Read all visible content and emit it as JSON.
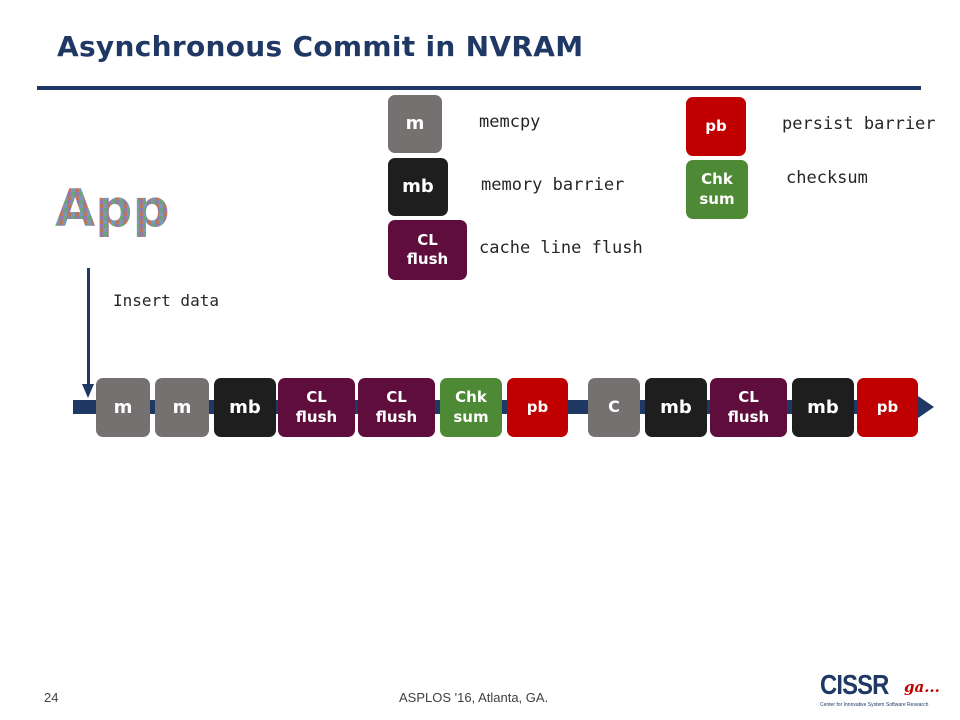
{
  "slide": {
    "title": "Asynchronous Commit in NVRAM",
    "page_number": "24",
    "footer": "ASPLOS '16, Atlanta, GA."
  },
  "legend": [
    {
      "key": "memcpy",
      "label": "m",
      "text": "memcpy",
      "color": "#767171"
    },
    {
      "key": "memory-barrier",
      "label": "mb",
      "text": "memory barrier",
      "color": "#1e1e1e"
    },
    {
      "key": "cache-line-flush",
      "label": "CL flush",
      "text": "cache line flush",
      "color": "#5f0d3c"
    },
    {
      "key": "persist-barrier",
      "label": "pb",
      "text": "persist barrier",
      "color": "#c00000"
    },
    {
      "key": "checksum",
      "label": "Chk sum",
      "text": "checksum",
      "color": "#4e8a35"
    }
  ],
  "app": {
    "logo_text": "App",
    "action_label": "Insert data"
  },
  "timeline": [
    {
      "label": "m",
      "type": "memcpy"
    },
    {
      "label": "m",
      "type": "memcpy"
    },
    {
      "label": "mb",
      "type": "memory-barrier"
    },
    {
      "label": "CL flush",
      "type": "cache-line-flush"
    },
    {
      "label": "CL flush",
      "type": "cache-line-flush"
    },
    {
      "label": "Chk sum",
      "type": "checksum"
    },
    {
      "label": "pb",
      "type": "persist-barrier"
    },
    {
      "label": "C",
      "type": "commit"
    },
    {
      "label": "mb",
      "type": "memory-barrier"
    },
    {
      "label": "CL flush",
      "type": "cache-line-flush"
    },
    {
      "label": "mb",
      "type": "memory-barrier"
    },
    {
      "label": "pb",
      "type": "persist-barrier"
    }
  ],
  "logo": {
    "name": "CISSR",
    "mark": "ga...",
    "subtitle": "Center for Innovative System Software Research"
  }
}
